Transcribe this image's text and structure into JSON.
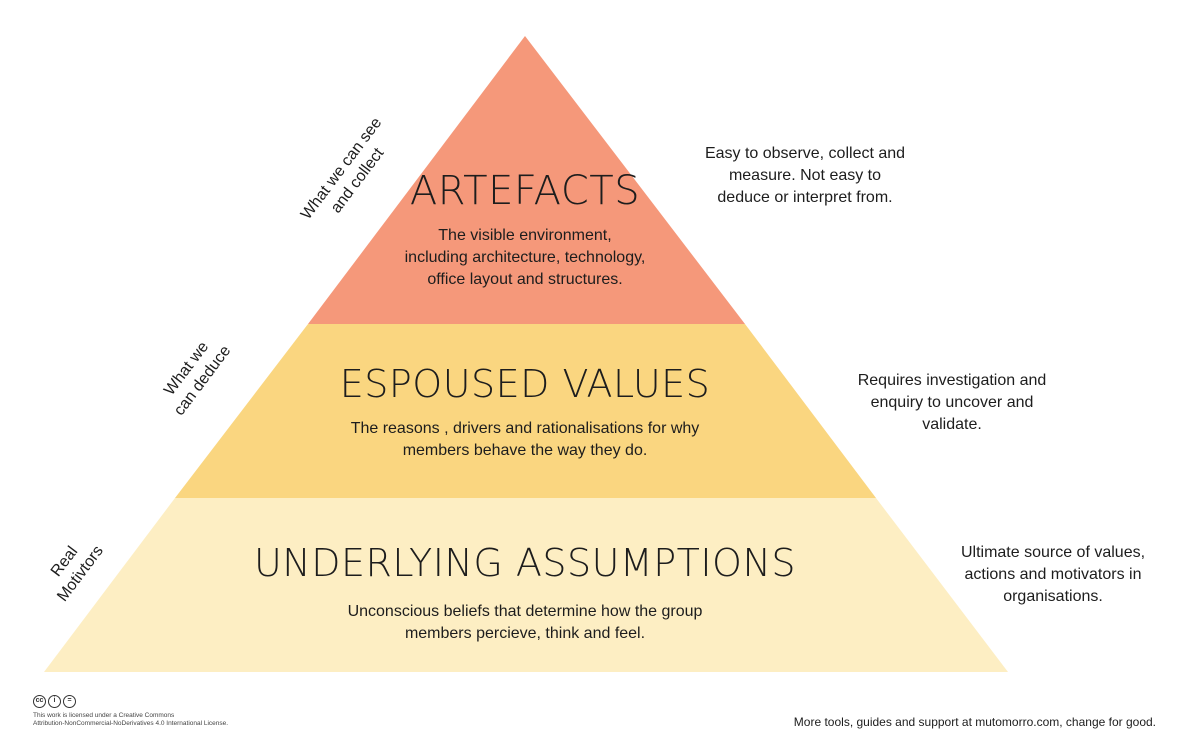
{
  "colors": {
    "artefacts": "#f5987a",
    "espoused": "#fad680",
    "assumptions": "#fdeec3"
  },
  "tiers": {
    "artefacts": {
      "title": "ARTEFACTS",
      "desc_lines": [
        "The visible environment,",
        "including architecture, technology,",
        "office layout and structures."
      ]
    },
    "espoused": {
      "title": "ESPOUSED VALUES",
      "desc_lines": [
        "The reasons , drivers and rationalisations for why",
        "members behave the way they do."
      ]
    },
    "assumptions": {
      "title": "UNDERLYING ASSUMPTIONS",
      "desc_lines": [
        "Unconscious beliefs that determine how the group",
        "members percieve, think and feel."
      ]
    }
  },
  "side_notes": {
    "artefacts": [
      "Easy to observe, collect and",
      "measure. Not easy to",
      "deduce or interpret from."
    ],
    "espoused": [
      "Requires investigation and",
      "enquiry to uncover and",
      "validate."
    ],
    "assumptions": [
      "Ultimate source of values,",
      "actions and motivators in",
      "organisations."
    ]
  },
  "rotated_labels": {
    "artefacts": [
      "What we can see",
      "and collect"
    ],
    "espoused": [
      "What we",
      "can deduce"
    ],
    "assumptions": [
      "Real",
      "Motivtors"
    ]
  },
  "footer": {
    "cc_icons": [
      "cc",
      "i",
      "=",
      "$"
    ],
    "license_lines": [
      "This work is licensed under a Creative Commons",
      "Attribution-NonCommercial-NoDerivatives 4.0 International License."
    ],
    "tagline": "More tools, guides and support at mutomorro.com, change for good."
  }
}
